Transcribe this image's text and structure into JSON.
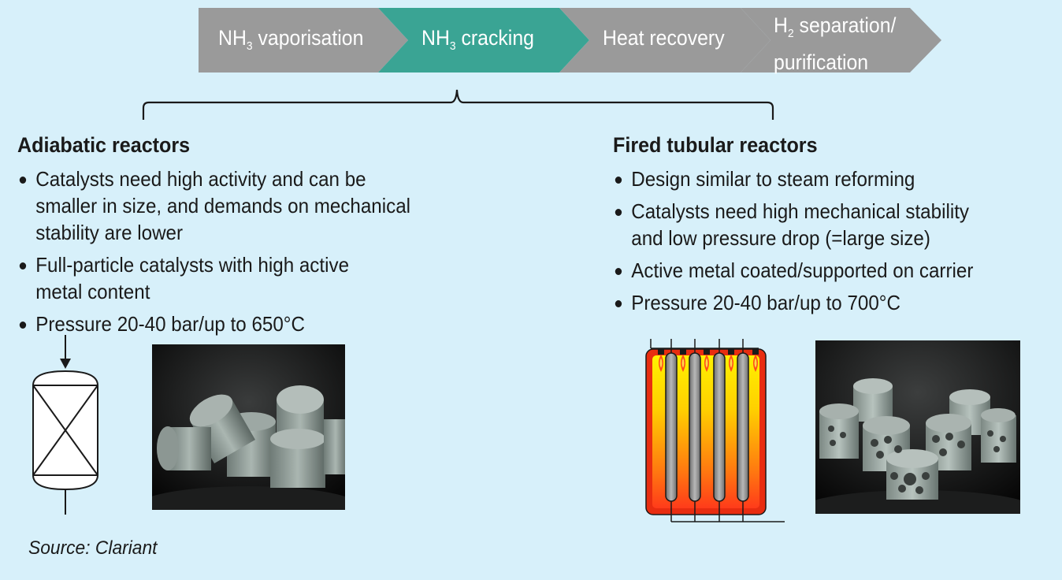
{
  "process_steps": [
    {
      "label_main": "NH",
      "label_sub": "3",
      "label_rest": " vaporisation",
      "color": "#9a9a9a"
    },
    {
      "label_main": "NH",
      "label_sub": "3",
      "label_rest": " cracking",
      "color": "#3aa494"
    },
    {
      "label_main": "Heat recovery",
      "color": "#9a9a9a"
    },
    {
      "label_main": "H",
      "label_sub": "2",
      "label_rest": " separation/",
      "label_line2": "purification",
      "color": "#9a9a9a"
    }
  ],
  "adiabatic": {
    "title": "Adiabatic reactors",
    "bullets": [
      {
        "line1": "Catalysts need high activity and can be",
        "line2": "smaller in size, and demands on mechanical",
        "line3": "stability are lower"
      },
      {
        "line1": "Full-particle catalysts with high active",
        "line2": "metal content"
      },
      {
        "line1": "Pressure 20-40 bar/up to 650°C"
      }
    ]
  },
  "fired": {
    "title": "Fired tubular reactors",
    "bullets": [
      {
        "line1": "Design similar to steam reforming"
      },
      {
        "line1": "Catalysts need high mechanical stability",
        "line2": "and low pressure drop (=large size)"
      },
      {
        "line1": "Active metal coated/supported on carrier"
      },
      {
        "line1": "Pressure 20-40 bar/up to 700°C"
      }
    ]
  },
  "source": "Source: Clariant",
  "colors": {
    "background": "#d7f0fa",
    "step_inactive": "#9a9a9a",
    "step_active": "#3aa494",
    "furnace_outer": "#e82d10",
    "furnace_inner": "#ffe600"
  }
}
